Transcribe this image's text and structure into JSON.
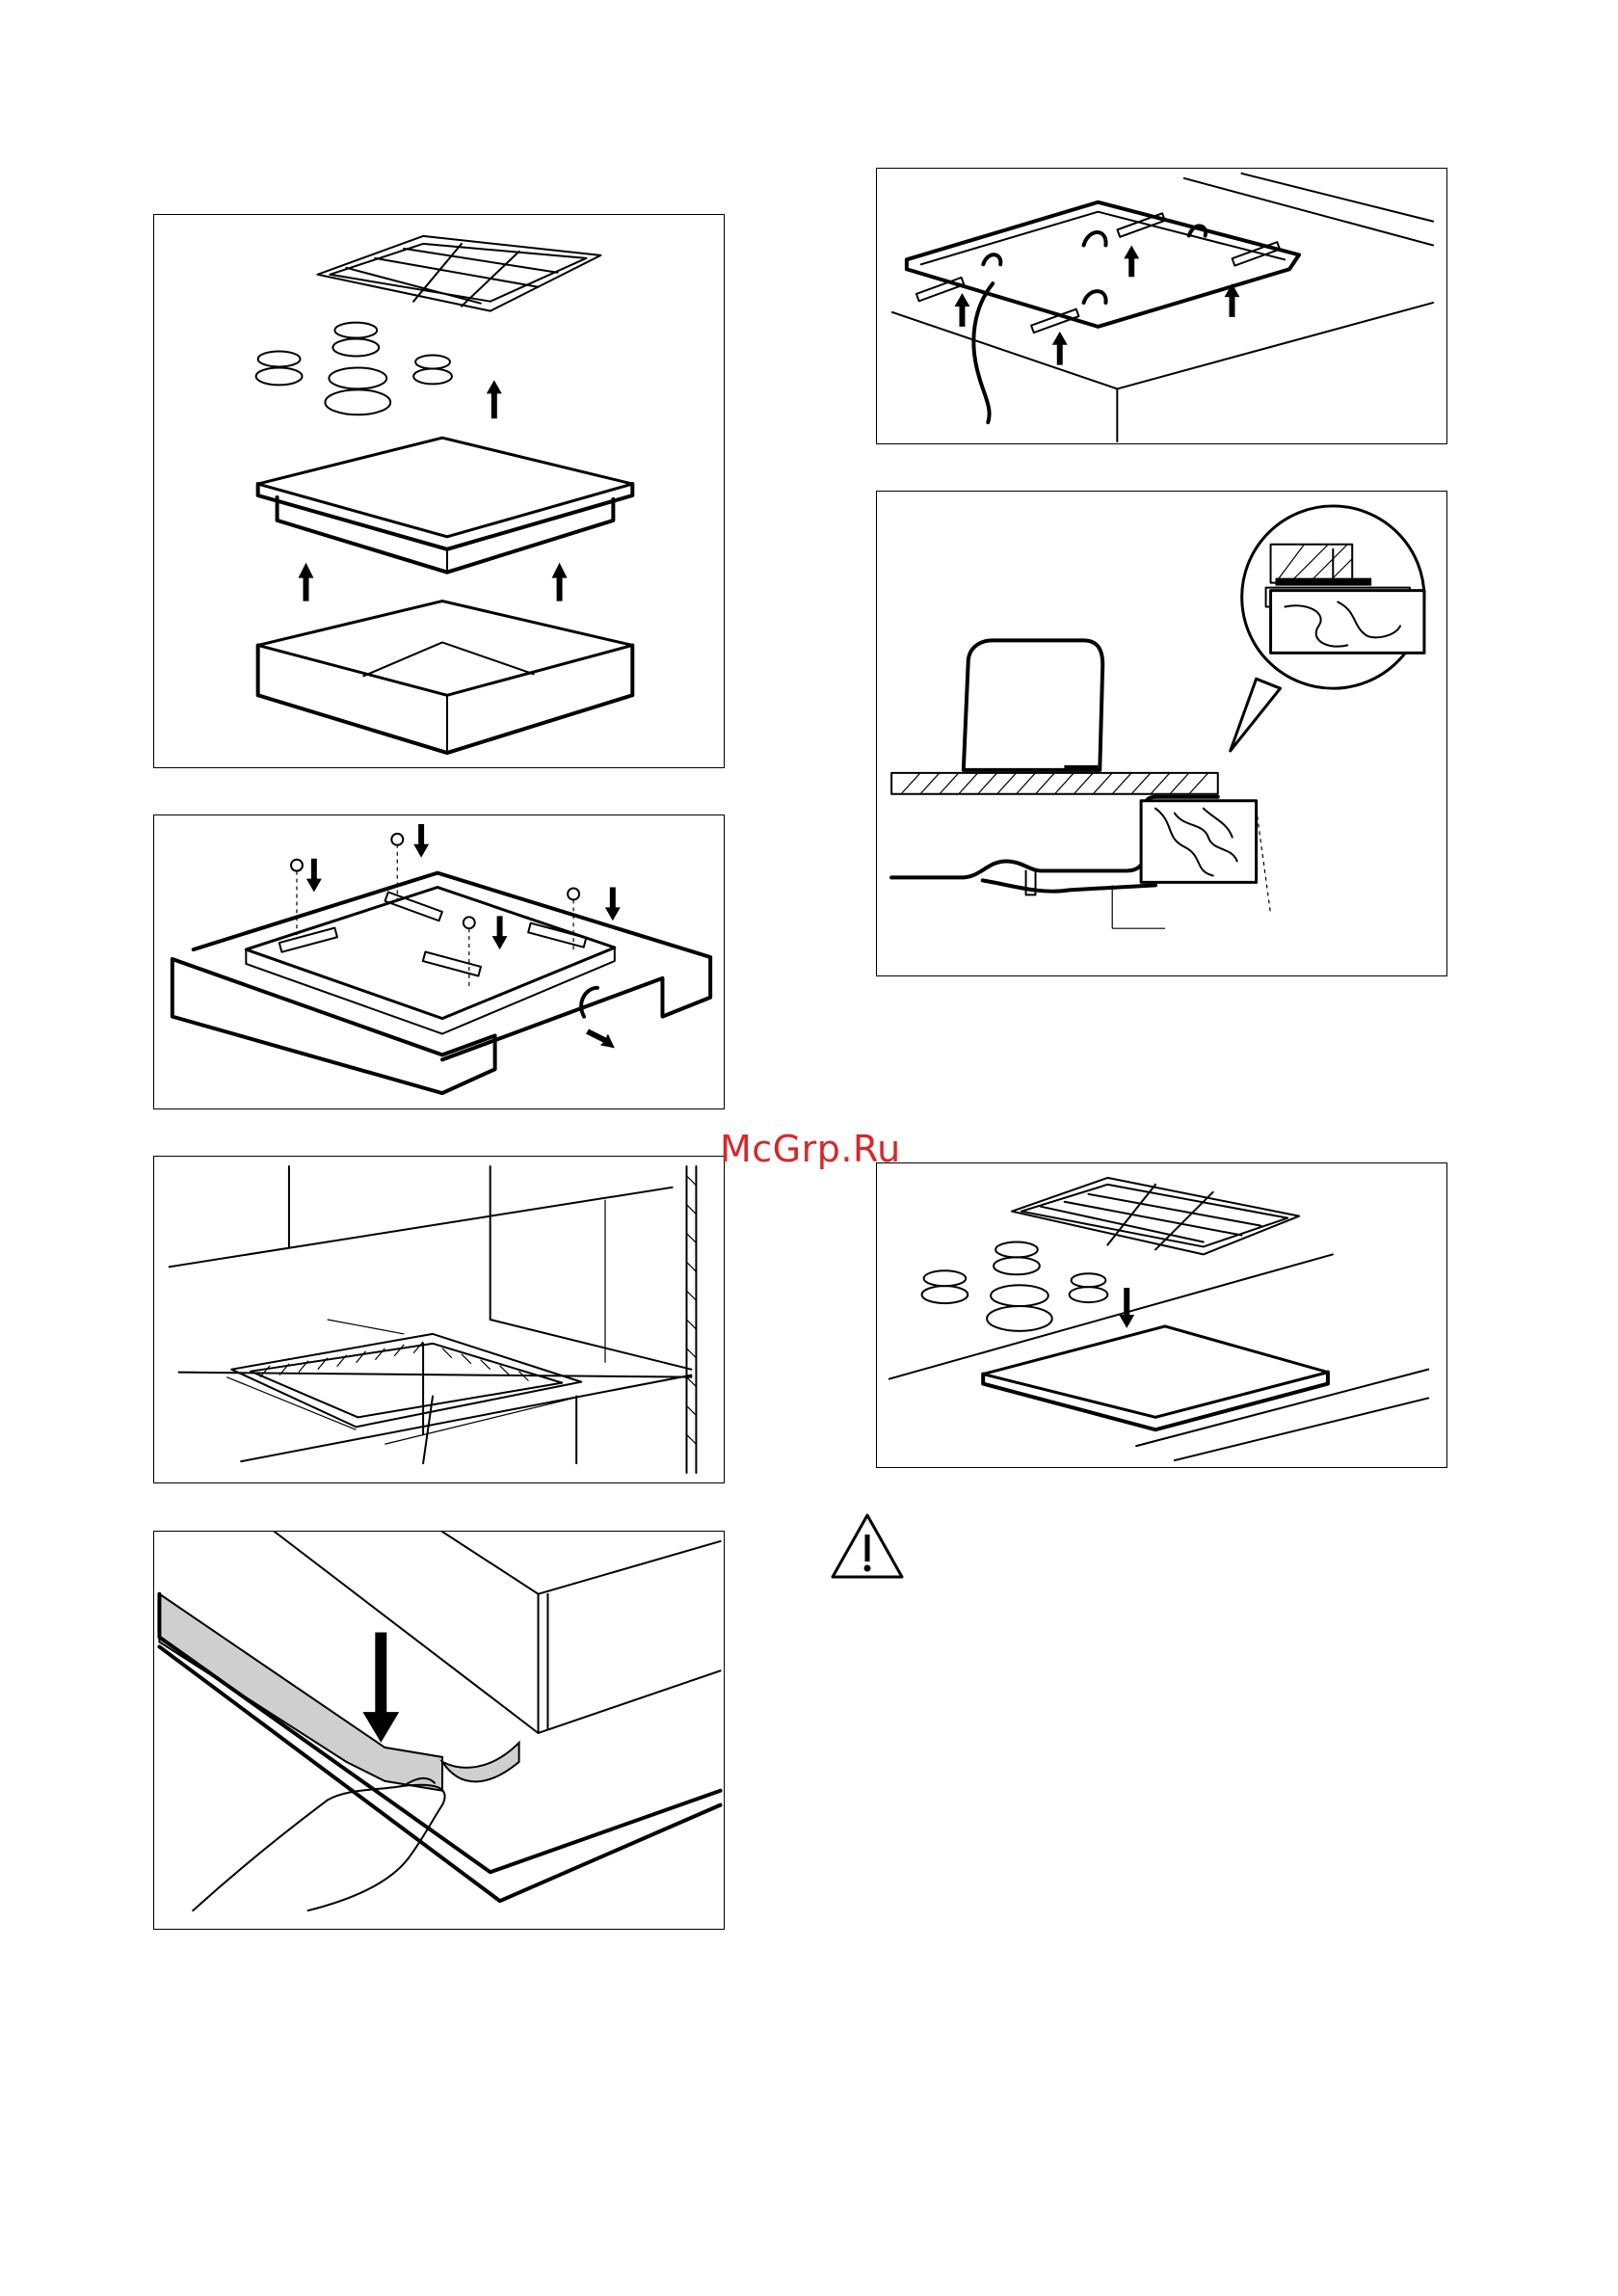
{
  "watermark": {
    "text": "McGrp.Ru",
    "color": "#d8262b"
  },
  "panels": [
    {
      "id": "remove-parts",
      "icon": "hob-disassembly-illustration"
    },
    {
      "id": "brackets",
      "icon": "brackets-screws-illustration"
    },
    {
      "id": "cutout",
      "icon": "worktop-cutout-dimensions-illustration"
    },
    {
      "id": "seal",
      "icon": "sealing-strip-illustration"
    },
    {
      "id": "clamps",
      "icon": "fixing-clamps-illustration"
    },
    {
      "id": "section",
      "icon": "cross-section-detail-illustration"
    },
    {
      "id": "assembly",
      "icon": "hob-reassembly-illustration"
    }
  ],
  "warning_icon": "warning-triangle-icon"
}
